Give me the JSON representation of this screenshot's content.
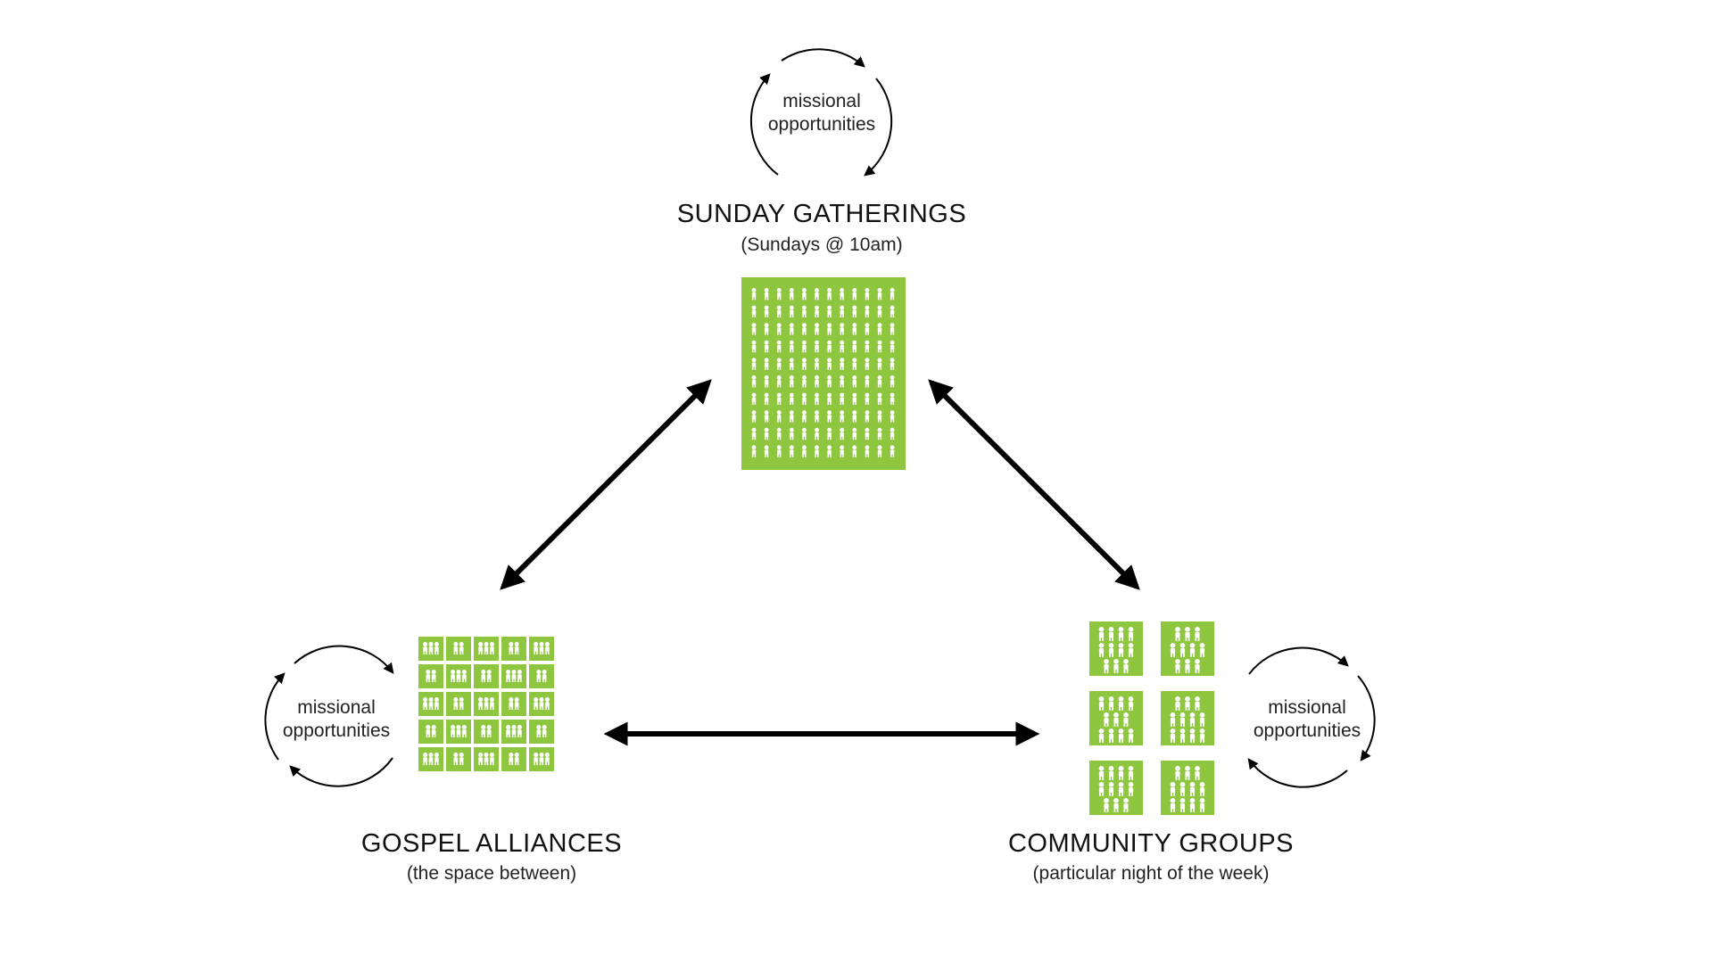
{
  "colors": {
    "group": "#8ec63f",
    "person": "#ffffff",
    "arrow": "#000000"
  },
  "nodes": {
    "sunday": {
      "title": "SUNDAY GATHERINGS",
      "subtitle": "(Sundays @ 10am)"
    },
    "gospel": {
      "title": "GOSPEL ALLIANCES",
      "subtitle": "(the space between)"
    },
    "community": {
      "title": "COMMUNITY GROUPS",
      "subtitle": "(particular night of the week)"
    }
  },
  "cycles": {
    "top": {
      "line1": "missional",
      "line2": "opportunities"
    },
    "left": {
      "line1": "missional",
      "line2": "opportunities"
    },
    "right": {
      "line1": "missional",
      "line2": "opportunities"
    }
  }
}
